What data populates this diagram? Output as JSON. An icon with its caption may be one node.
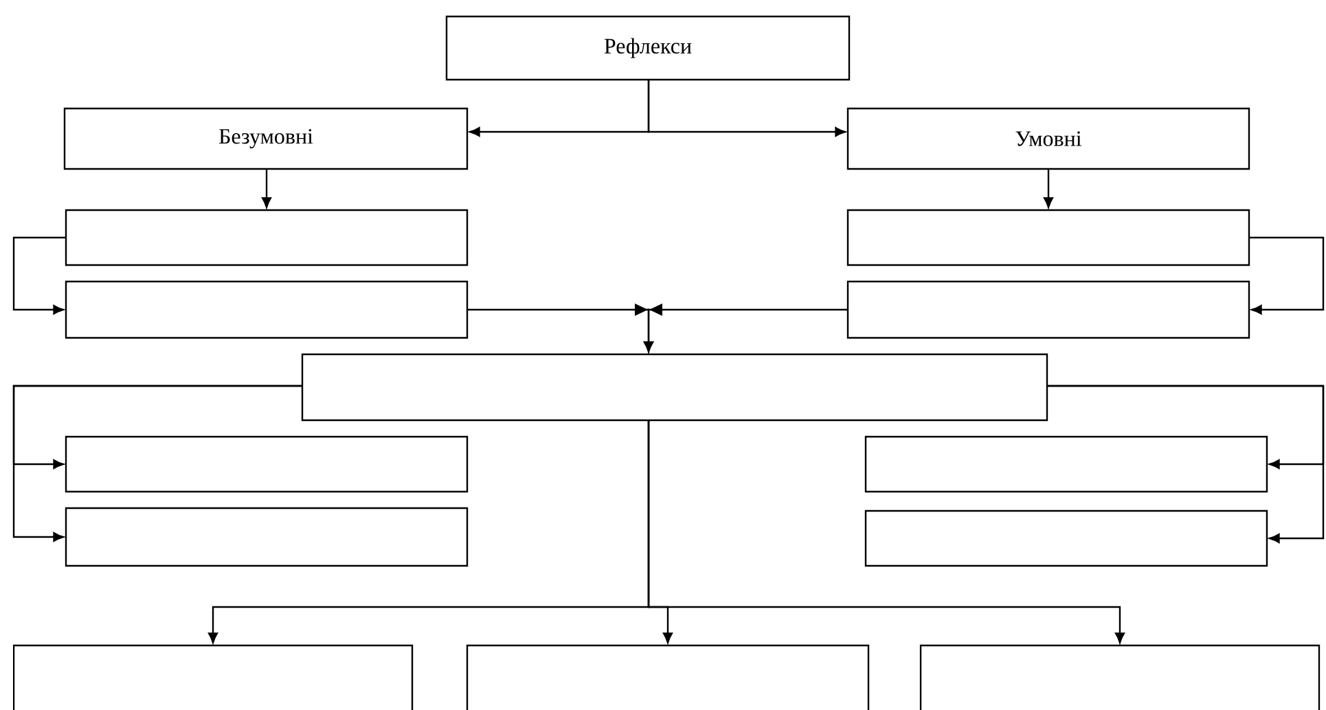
{
  "diagram": {
    "nodes": [
      {
        "text": [
          "Рефлекси"
        ]
      },
      {
        "text": [
          "Безумовні"
        ]
      },
      {
        "text": [
          "Умовні"
        ]
      },
      {
        "text": [],
        "shape": "box"
      },
      {
        "text": [],
        "shape": "box"
      },
      {
        "text": [],
        "shape": "box"
      },
      {
        "text": [],
        "shape": "box"
      },
      {
        "text": [],
        "shape": "box"
      },
      {
        "text": [],
        "shape": "box"
      },
      {
        "text": [],
        "shape": "box"
      },
      {
        "text": [],
        "shape": "box"
      },
      {
        "text": [],
        "shape": "box"
      },
      {
        "text": [],
        "shape": "box"
      },
      {
        "text": [],
        "shape": "box"
      },
      {
        "text": [],
        "shape": "box"
      }
    ],
    "edges": [
      {
        "from": 0,
        "to": 1,
        "arrow": "to"
      },
      {
        "from": 0,
        "to": 2,
        "arrow": "to"
      },
      {
        "from": 1,
        "to": 3,
        "arrow": "to"
      },
      {
        "from": 2,
        "to": 5,
        "arrow": "to"
      },
      {
        "from": 3,
        "to": 4,
        "arrow": "to"
      },
      {
        "from": 4,
        "to": 7,
        "arrow": "to"
      },
      {
        "from": 6,
        "to": 7,
        "arrow": "to"
      },
      {
        "from": 5,
        "to": 6,
        "arrow": "to"
      },
      {
        "from": 7,
        "to": 8,
        "arrow": "to"
      },
      {
        "from": 7,
        "to": 9,
        "arrow": "to"
      },
      {
        "from": 7,
        "to": 10,
        "arrow": "to"
      },
      {
        "from": 7,
        "to": 11,
        "arrow": "to"
      },
      {
        "from": 7,
        "to": 12,
        "arrow": "to"
      },
      {
        "from": 7,
        "to": 13,
        "arrow": "to"
      },
      {
        "from": 7,
        "to": 14,
        "arrow": "to"
      }
    ]
  }
}
